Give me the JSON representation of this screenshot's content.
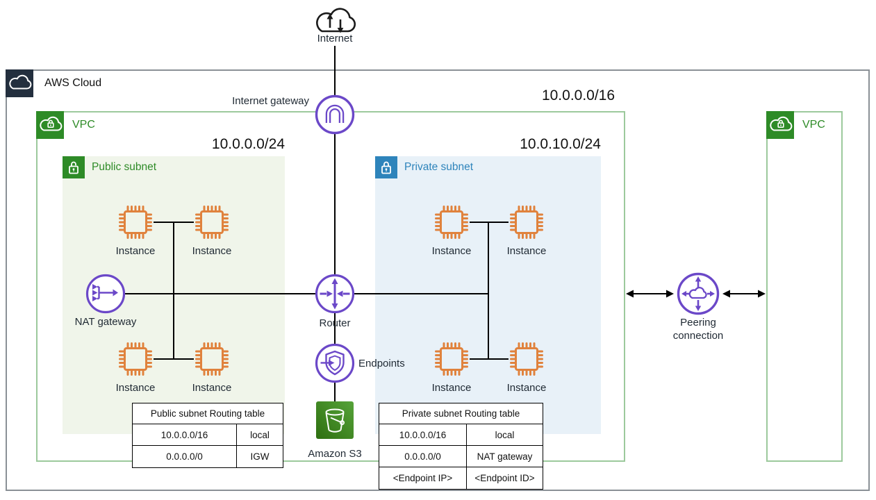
{
  "internet_label": "Internet",
  "aws_cloud_label": "AWS Cloud",
  "vpc_cidr": "10.0.0.0/16",
  "internet_gateway_label": "Internet gateway",
  "vpc_label": "VPC",
  "vpc_right_label": "VPC",
  "public_subnet": {
    "label": "Public subnet",
    "cidr": "10.0.0.0/24"
  },
  "private_subnet": {
    "label": "Private subnet",
    "cidr": "10.0.10.0/24"
  },
  "instance_label": "Instance",
  "nat_gateway_label": "NAT gateway",
  "router_label": "Router",
  "endpoints_label": "Endpoints",
  "s3_label": "Amazon S3",
  "peering": {
    "line1": "Peering",
    "line2": "connection"
  },
  "public_route_table": {
    "title": "Public subnet Routing table",
    "rows": [
      [
        "10.0.0.0/16",
        "local"
      ],
      [
        "0.0.0.0/0",
        "IGW"
      ]
    ]
  },
  "private_route_table": {
    "title": "Private subnet Routing table",
    "rows": [
      [
        "10.0.0.0/16",
        "local"
      ],
      [
        "0.0.0.0/0",
        "NAT gateway"
      ],
      [
        "<Endpoint IP>",
        "<Endpoint ID>"
      ]
    ]
  },
  "icons": {
    "internet": "internet-cloud-icon",
    "aws_cloud": "aws-cloud-icon",
    "vpc": "vpc-cloud-lock-icon",
    "public_subnet": "open-lock-icon",
    "private_subnet": "lock-icon",
    "internet_gateway": "internet-gateway-icon",
    "nat_gateway": "nat-gateway-icon",
    "router": "router-icon",
    "endpoints": "endpoints-shield-icon",
    "instance": "instance-chip-icon",
    "s3": "s3-bucket-icon",
    "peering": "peering-connection-icon"
  },
  "colors": {
    "aws_dark": "#232F3E",
    "cloud_border_gray": "#8A9096",
    "vpc_border_green": "#9CC99C",
    "vpc_green": "#2E8B27",
    "public_subnet_bg": "#F0F5EA",
    "private_blue": "#2E84BB",
    "private_subnet_bg": "#E8F1F8",
    "network_purple": "#6B48C8",
    "instance_orange": "#E0823D",
    "s3_green": "#3F8624",
    "line_black": "#000000"
  }
}
